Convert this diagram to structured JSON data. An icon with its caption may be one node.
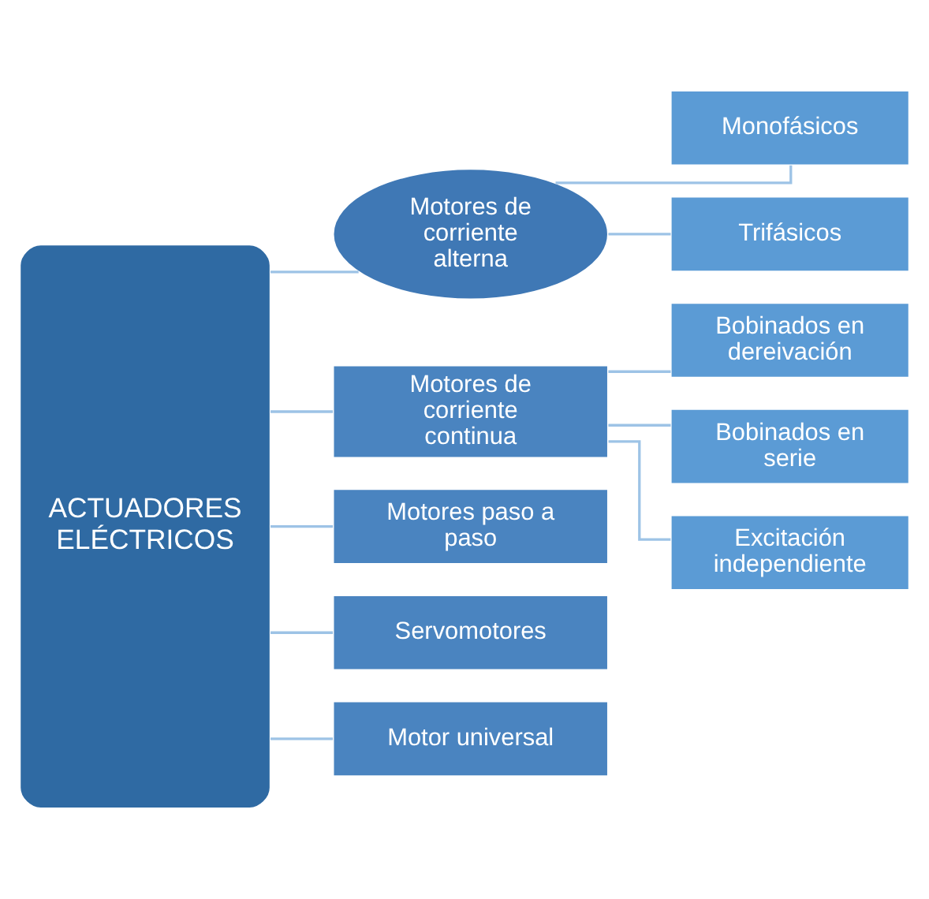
{
  "diagram": {
    "nodes": [
      {
        "text": [
          "ACTUADORES ELÉCTRICOS"
        ]
      },
      {
        "text": [
          "Motores de corriente alterna"
        ]
      },
      {
        "text": [
          "Monofásicos"
        ]
      },
      {
        "text": [
          "Trifásicos"
        ]
      },
      {
        "text": [
          "Motores de corriente continua"
        ]
      },
      {
        "text": [
          "Bobinados en dereivación"
        ]
      },
      {
        "text": [
          "Bobinados en serie"
        ]
      },
      {
        "text": [
          "Excitación independiente"
        ]
      },
      {
        "text": [
          "Motores paso a paso"
        ]
      },
      {
        "text": [
          "Servomotores"
        ]
      },
      {
        "text": [
          "Motor universal"
        ]
      }
    ],
    "edges": [
      {
        "from": 0,
        "to": 1,
        "arrow": "none"
      },
      {
        "from": 1,
        "to": 2,
        "arrow": "none"
      },
      {
        "from": 1,
        "to": 3,
        "arrow": "none"
      },
      {
        "from": 0,
        "to": 4,
        "arrow": "none"
      },
      {
        "from": 4,
        "to": 5,
        "arrow": "none"
      },
      {
        "from": 4,
        "to": 6,
        "arrow": "none"
      },
      {
        "from": 4,
        "to": 7,
        "arrow": "none"
      },
      {
        "from": 0,
        "to": 8,
        "arrow": "none"
      },
      {
        "from": 0,
        "to": 9,
        "arrow": "none"
      },
      {
        "from": 0,
        "to": 10,
        "arrow": "none"
      }
    ]
  }
}
